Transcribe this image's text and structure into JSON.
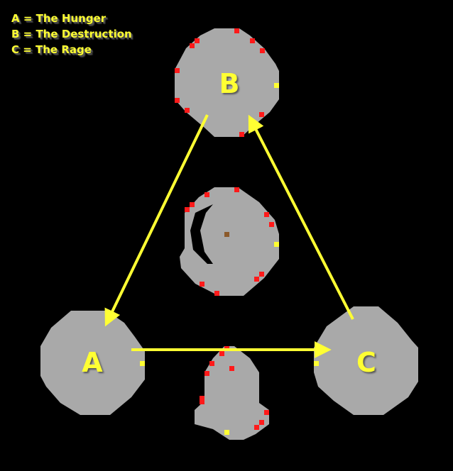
{
  "legend": [
    {
      "key": "A",
      "text": "A = The Hunger"
    },
    {
      "key": "B",
      "text": "B = The Destruction"
    },
    {
      "key": "C",
      "text": "C = The Rage"
    }
  ],
  "nodes": {
    "a": "A",
    "b": "B",
    "c": "C"
  },
  "colors": {
    "room": "#a9a9a9",
    "arrow": "#ffff33",
    "marker": "#ff1a1a",
    "exit": "#ffff33",
    "center": "#8b5a2b"
  }
}
